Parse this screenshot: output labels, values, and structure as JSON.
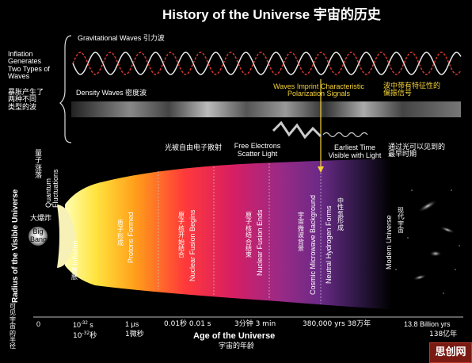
{
  "title": "History of the Universe 宇宙的历史",
  "waves": {
    "gravitational": "Gravitational Waves 引力波",
    "density": "Density Waves 密度波",
    "inflation_en": "Inflation\nGenerates\nTwo Types of\nWaves",
    "inflation_cn": "暴胀产生了\n两种不同\n类型的波",
    "imprint_en": "Waves Imprint Characteristic\nPolarization Signals",
    "imprint_cn": "波中带有特征性的\n偏振信号"
  },
  "mid_labels": {
    "photon_cn": "光被自由电子散射",
    "free_electrons": "Free Electrons\nScatter Light",
    "earliest_time": "Earliest Time\nVisible with Light",
    "earliest_cn": "通过光可以见到的\n最早时期"
  },
  "y_axis": {
    "label_en": "Radius of the Visible Universe",
    "label_cn": "可见宇宙的半径"
  },
  "left_labels": {
    "quantum_cn": "量子\n涨落",
    "quantum_en": "Quantum\nFluctuations",
    "big_bang_cn": "大爆炸",
    "big_bang_en": "Big\nBang"
  },
  "eras": [
    {
      "en": "Inflation",
      "cn": "暴胀"
    },
    {
      "en": "Protons Formed",
      "cn": "质子形成"
    },
    {
      "en": "Nuclear Fusion Begins",
      "cn": "原子核开始结合"
    },
    {
      "en": "Nuclear Fusion Ends",
      "cn": "原子核结合结束"
    },
    {
      "en": "Cosmic Microwave Background",
      "cn": "宇宙微波背景"
    },
    {
      "en": "Neutral Hydrogen Forms",
      "cn": "中性氢形成"
    },
    {
      "en": "Modern Universe",
      "cn": "现代宇宙"
    }
  ],
  "ticks": {
    "t0": "0",
    "t1": "10",
    "t1_exp": "-32",
    "t1_unit": "s",
    "t1_cn": "10",
    "t1_cn_exp": "-32",
    "t1_cn_unit": "秒",
    "t2": "1 μs",
    "t2_cn": "1微秒",
    "t3": "0.01秒  0.01 s",
    "t4": "3分钟  3 min",
    "t5": "380,000 yrs  38万年",
    "t6": "13.8 Billion yrs",
    "t6_cn": "138亿年"
  },
  "x_axis": {
    "label_en": "Age of the Universe",
    "label_cn": "宇宙的年龄"
  },
  "watermark": "思创网",
  "colors": {
    "background": "#000000",
    "accent_yellow": "#f4d23a",
    "wave_white": "#e8e8e8",
    "wave_red": "#d8372f",
    "watermark_bg": "#7a1b13"
  }
}
